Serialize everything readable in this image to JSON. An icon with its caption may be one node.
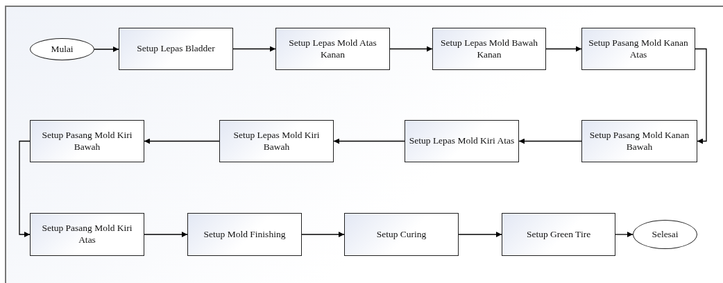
{
  "diagram": {
    "nodes": [
      {
        "text": [
          "Mulai"
        ]
      },
      {
        "text": [
          "Setup Lepas Bladder"
        ]
      },
      {
        "text": [
          "Setup Lepas Mold Atas Kanan"
        ]
      },
      {
        "text": [
          "Setup Lepas Mold Bawah Kanan"
        ]
      },
      {
        "text": [
          "Setup Pasang Mold Kanan Atas"
        ]
      },
      {
        "text": [
          "Setup Pasang Mold Kanan Bawah"
        ]
      },
      {
        "text": [
          "Setup Lepas Mold Kiri Atas"
        ]
      },
      {
        "text": [
          "Setup Lepas Mold Kiri Bawah"
        ]
      },
      {
        "text": [
          "Setup Pasang Mold Kiri Bawah"
        ]
      },
      {
        "text": [
          "Setup Pasang Mold Kiri Atas"
        ]
      },
      {
        "text": [
          "Setup Mold Finishing"
        ]
      },
      {
        "text": [
          "Setup Curing"
        ]
      },
      {
        "text": [
          "Setup Green Tire"
        ]
      },
      {
        "text": [
          "Selesai"
        ]
      }
    ],
    "edges": [
      {
        "from": 0,
        "to": 1,
        "arrow": "to"
      },
      {
        "from": 1,
        "to": 2,
        "arrow": "to"
      },
      {
        "from": 2,
        "to": 3,
        "arrow": "to"
      },
      {
        "from": 3,
        "to": 4,
        "arrow": "to"
      },
      {
        "from": 4,
        "to": 5,
        "arrow": "to"
      },
      {
        "from": 5,
        "to": 6,
        "arrow": "to"
      },
      {
        "from": 6,
        "to": 7,
        "arrow": "to"
      },
      {
        "from": 7,
        "to": 8,
        "arrow": "to"
      },
      {
        "from": 8,
        "to": 9,
        "arrow": "to"
      },
      {
        "from": 9,
        "to": 10,
        "arrow": "to"
      },
      {
        "from": 10,
        "to": 11,
        "arrow": "to"
      },
      {
        "from": 11,
        "to": 12,
        "arrow": "to"
      },
      {
        "from": 12,
        "to": 13,
        "arrow": "to"
      }
    ]
  }
}
